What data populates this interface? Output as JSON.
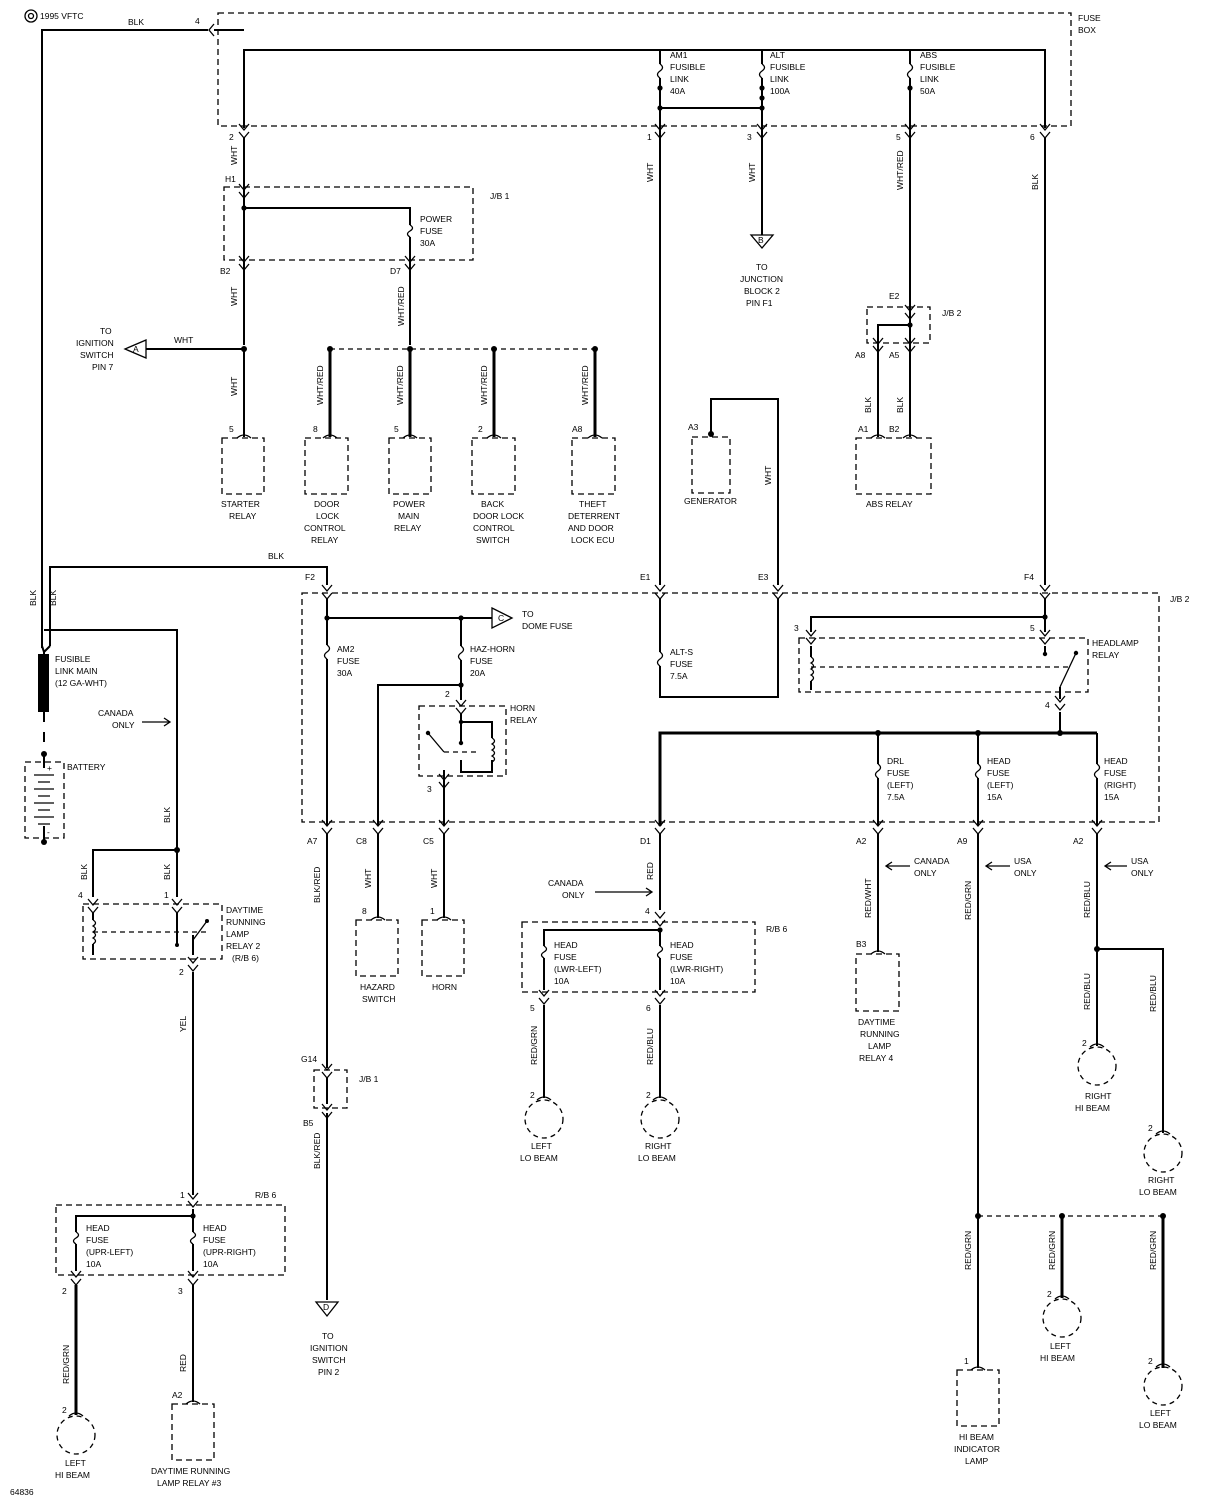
{
  "header": {
    "copyright": "1995 VFTC"
  },
  "footer": {
    "figure_id": "64836"
  },
  "fuse_box": {
    "title_lines": [
      "FUSE",
      "BOX"
    ],
    "top_wire": "BLK",
    "top_pin": "4",
    "am1": [
      "AM1",
      "FUSIBLE",
      "LINK",
      "40A"
    ],
    "alt": [
      "ALT",
      "FUSIBLE",
      "LINK",
      "100A"
    ],
    "abs": [
      "ABS",
      "FUSIBLE",
      "LINK",
      "50A"
    ],
    "pins": [
      "2",
      "1",
      "3",
      "5",
      "6"
    ]
  },
  "jb1_top": {
    "label": "J/B 1",
    "power_fuse": [
      "POWER",
      "FUSE",
      "30A"
    ],
    "pins": [
      "H1",
      "B2",
      "D7"
    ]
  },
  "ignition_switch_pin7": {
    "lines": [
      "TO",
      "IGNITION",
      "SWITCH",
      "PIN 7"
    ],
    "tag": "A"
  },
  "junction_block2": {
    "lines": [
      "TO",
      "JUNCTION",
      "BLOCK 2",
      "PIN F1"
    ],
    "tag": "B"
  },
  "jb2_abs": {
    "label": "J/B 2",
    "pins": [
      "E2",
      "A8",
      "A5"
    ]
  },
  "abs_relay": {
    "label": "ABS RELAY",
    "pins": [
      "A1",
      "B2"
    ]
  },
  "generator": {
    "label": "GENERATOR",
    "pin": "A3"
  },
  "relays_top": [
    {
      "pin": "5",
      "lines": [
        "STARTER",
        "RELAY"
      ]
    },
    {
      "pin": "8",
      "lines": [
        "DOOR",
        "LOCK",
        "CONTROL",
        "RELAY"
      ]
    },
    {
      "pin": "5",
      "lines": [
        "POWER",
        "MAIN",
        "RELAY"
      ]
    },
    {
      "pin": "2",
      "lines": [
        "BACK",
        "DOOR LOCK",
        "CONTROL",
        "SWITCH"
      ]
    },
    {
      "pin": "A8",
      "lines": [
        "THEFT",
        "DETERRENT",
        "AND DOOR",
        "LOCK ECU"
      ]
    }
  ],
  "wire_colors": {
    "wht": "WHT",
    "blk": "BLK",
    "wht_red": "WHT/RED",
    "yel": "YEL",
    "blk_red": "BLK/RED",
    "red": "RED",
    "red_grn": "RED/GRN",
    "red_blu": "RED/BLU",
    "red_wht": "RED/WHT"
  },
  "battery": {
    "label": "BATTERY",
    "plus": "+",
    "minus": "-"
  },
  "fusible_link_main": [
    "FUSIBLE",
    "LINK MAIN",
    "(12 GA-WHT)"
  ],
  "canada_only": [
    "CANADA",
    "ONLY"
  ],
  "usa_only": [
    "USA",
    "ONLY"
  ],
  "jb2_main": {
    "label": "J/B 2",
    "pins_top": [
      "F2",
      "E1",
      "E3",
      "F4"
    ],
    "am2": [
      "AM2",
      "FUSE",
      "30A"
    ],
    "haz_horn": [
      "HAZ-HORN",
      "FUSE",
      "20A"
    ],
    "dome": [
      "TO",
      "DOME FUSE"
    ],
    "dome_tag": "C",
    "alts": [
      "ALT-S",
      "FUSE",
      "7.5A"
    ],
    "horn_relay": [
      "HORN",
      "RELAY"
    ],
    "horn_relay_pins": [
      "2",
      "3"
    ],
    "headlamp_relay": [
      "HEADLAMP",
      "RELAY"
    ],
    "headlamp_pins": [
      "3",
      "5",
      "4"
    ],
    "drl": [
      "DRL",
      "FUSE",
      "(LEFT)",
      "7.5A"
    ],
    "head_left": [
      "HEAD",
      "FUSE",
      "(LEFT)",
      "15A"
    ],
    "head_right": [
      "HEAD",
      "FUSE",
      "(RIGHT)",
      "15A"
    ],
    "pins_bottom": [
      "A7",
      "C8",
      "C5",
      "D1",
      "A2",
      "A9",
      "A2"
    ]
  },
  "drl_relay2": {
    "lines": [
      "DAYTIME",
      "RUNNING",
      "LAMP",
      "RELAY 2",
      "(R/B 6)"
    ],
    "pins": [
      "4",
      "1",
      "2"
    ]
  },
  "hazard_switch": {
    "pin": "8",
    "lines": [
      "HAZARD",
      "SWITCH"
    ]
  },
  "horn": {
    "pin": "1",
    "label": "HORN"
  },
  "rb6_lwr": {
    "label": "R/B 6",
    "pin_in": "4",
    "left": [
      "HEAD",
      "FUSE",
      "(LWR-LEFT)",
      "10A"
    ],
    "right": [
      "HEAD",
      "FUSE",
      "(LWR-RIGHT)",
      "10A"
    ],
    "pins_out": [
      "5",
      "6"
    ]
  },
  "lo_beams": {
    "left": {
      "pin": "2",
      "lines": [
        "LEFT",
        "LO BEAM"
      ]
    },
    "right": {
      "pin": "2",
      "lines": [
        "RIGHT",
        "LO BEAM"
      ]
    }
  },
  "drl_relay4": {
    "pin": "B3",
    "lines": [
      "DAYTIME",
      "RUNNING",
      "LAMP",
      "RELAY 4"
    ]
  },
  "right_hi_beam": {
    "pin": "2",
    "lines": [
      "RIGHT",
      "HI BEAM"
    ]
  },
  "right_lo_beam": {
    "pin": "2",
    "lines": [
      "RIGHT",
      "LO BEAM"
    ]
  },
  "jb1_bottom": {
    "label": "J/B 1",
    "pins": [
      "G14",
      "B5"
    ]
  },
  "ignition_switch_pin2": {
    "lines": [
      "TO",
      "IGNITION",
      "SWITCH",
      "PIN 2"
    ],
    "tag": "D"
  },
  "rb6_upr": {
    "label": "R/B 6",
    "pin_in": "1",
    "left": [
      "HEAD",
      "FUSE",
      "(UPR-LEFT)",
      "10A"
    ],
    "right": [
      "HEAD",
      "FUSE",
      "(UPR-RIGHT)",
      "10A"
    ],
    "pins_out": [
      "2",
      "3"
    ]
  },
  "left_hi_beam_bl": {
    "pin": "2",
    "lines": [
      "LEFT",
      "HI BEAM"
    ]
  },
  "drl_relay3": {
    "pin": "A2",
    "lines": [
      "DAYTIME RUNNING",
      "LAMP RELAY #3"
    ]
  },
  "hi_beam_indicator": {
    "pin": "1",
    "lines": [
      "HI BEAM",
      "INDICATOR",
      "LAMP"
    ]
  },
  "left_hi_beam_br": {
    "pin": "2",
    "lines": [
      "LEFT",
      "HI BEAM"
    ]
  },
  "left_lo_beam_br": {
    "pin": "2",
    "lines": [
      "LEFT",
      "LO BEAM"
    ]
  }
}
